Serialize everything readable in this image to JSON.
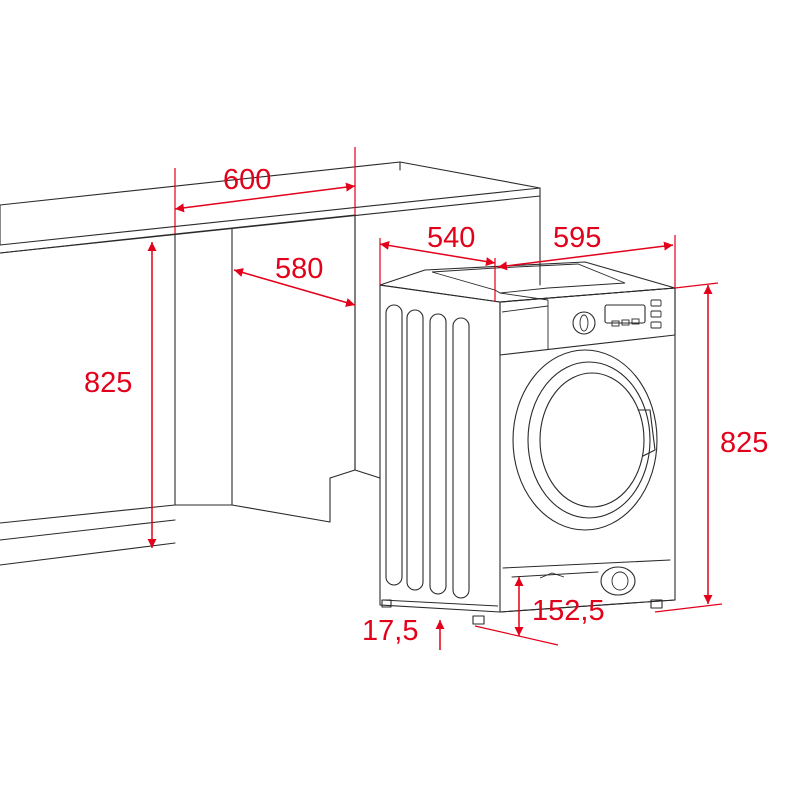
{
  "dimensions": {
    "niche_width": "600",
    "niche_depth": "580",
    "niche_height": "825",
    "appliance_depth": "540",
    "appliance_width": "595",
    "appliance_height": "825",
    "foot_height": "17,5",
    "recess_depth": "152,5"
  },
  "colors": {
    "dimension": "#e3001b",
    "outline": "#2a2a2a",
    "background": "#ffffff"
  }
}
